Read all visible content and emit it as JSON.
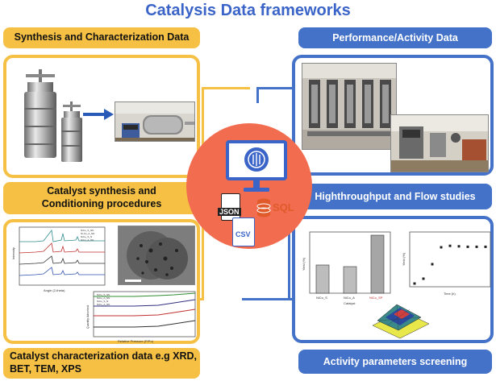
{
  "title": "Catalysis Data frameworks",
  "left": {
    "synthesis_banner": "Synthesis and Characterization  Data",
    "procedures_banner": [
      "Catalyst synthesis and",
      "Conditioning procedures"
    ],
    "characterization_banner": [
      "Catalyst characterization data e.g XRD,",
      "BET, TEM, XPS"
    ]
  },
  "right": {
    "performance_banner": "Performance/Activity Data",
    "highthroughput_banner": "Highthroughput and Flow studies",
    "screening_banner": "Activity parameters screening"
  },
  "center": {
    "file_json": "JSON",
    "file_csv": "CSV",
    "sql_label": "SQL"
  },
  "xrd_legend": [
    "NiCo_S_NN",
    "Ni-Co_A_NN",
    "NiCo_S_N",
    "NiCo_A_NN"
  ],
  "xrd_axis": {
    "x": "Angle (2-theta)",
    "y": "Intensity"
  },
  "isotherm_axis": {
    "x": "Relative Pressure (P/Po)",
    "y": "Quantity Adsorbed"
  },
  "isotherm_legend": [
    "NiCo_S_NN",
    "NiCo_A_NN",
    "NiCo_S_N",
    "NiCo_A_NN"
  ],
  "bar_chart": {
    "categories": [
      "NiCo_S",
      "NiCo_A",
      "NiCo_SP"
    ],
    "xlabel": "Catalyst",
    "ylabel": "Yield (%)"
  },
  "scatter_chart": {
    "xlabel": "Time (h)",
    "ylabel": "Yield (%)",
    "x": [
      0,
      1,
      2,
      3,
      4,
      5,
      6,
      7,
      8
    ],
    "y": [
      0,
      10,
      40,
      75,
      78,
      77,
      76,
      76,
      76
    ]
  },
  "colors": {
    "accent_blue": "#4472c8",
    "accent_yellow": "#f5c044",
    "center_circle": "#f26d4f"
  },
  "icons": [
    "computer-icon",
    "brain-chip-icon",
    "json-file-icon",
    "csv-file-icon",
    "sql-database-icon"
  ]
}
